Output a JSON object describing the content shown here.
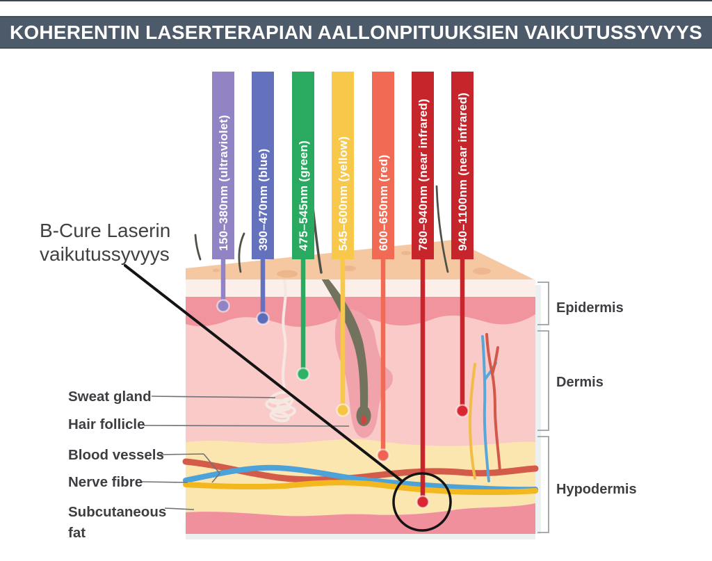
{
  "header": {
    "title": "KOHERENTIN LASERTERAPIAN AALLONPITUUKSIEN VAIKUTUSSYVYYS"
  },
  "annotation": {
    "line1": "B-Cure Laserin",
    "line2": "vaikutussyvyys"
  },
  "bars": [
    {
      "label": "150–380nm (ultraviolet)",
      "color": "#9183c4",
      "ball_color": "#9183c4"
    },
    {
      "label": "390–470nm (blue)",
      "color": "#6471bd",
      "ball_color": "#5d6cbb"
    },
    {
      "label": "475–545nm (green)",
      "color": "#2aa961",
      "ball_color": "#2eb263"
    },
    {
      "label": "545–600nm (yellow)",
      "color": "#f8c84b",
      "ball_color": "#f6c544"
    },
    {
      "label": "600–650nm (red)",
      "color": "#f06a54",
      "ball_color": "#ee6352"
    },
    {
      "label": "780–940nm (near infrared)",
      "color": "#c5252b",
      "ball_color": "#da2632"
    },
    {
      "label": "940–1100nm (near infrared)",
      "color": "#c5252b",
      "ball_color": "#da2632"
    }
  ],
  "left_labels": [
    {
      "text": "Sweat gland"
    },
    {
      "text": "Hair follicle"
    },
    {
      "text": "Blood vessels"
    },
    {
      "text": "Nerve fibre"
    },
    {
      "text": "Subcutaneous",
      "text2": "fat"
    }
  ],
  "layer_labels": [
    {
      "text": "Epidermis"
    },
    {
      "text": "Dermis"
    },
    {
      "text": "Hypodermis"
    }
  ],
  "palette": {
    "header_bg": "#4d5a69",
    "top_face": "#f6c8a1",
    "spot": "#e9ae85",
    "strip": "#fcefe9",
    "epidermis": "#f2949e",
    "dermis": "#f9cac8",
    "sheath": "#f1a3ac",
    "hypodermis": "#fce6af",
    "bottom_band": "#f1909d",
    "vessel_red": "#d35b49",
    "vessel_blue": "#4da2d9",
    "nerve_yellow": "#f3b71f",
    "cap_red": "#d4584a",
    "cap_blue": "#57a7da",
    "cap_yellow": "#f2bc47",
    "gland": "#f5e7e1",
    "follicle": "#73735d",
    "follicle_dark": "#5c5c49",
    "papilla": "#d0453f",
    "hair": "#4f5148",
    "leader": "#6e7276",
    "bracket": "#9ba0a5",
    "annotation_ink": "#141414",
    "shadow": "#edf0f1"
  }
}
